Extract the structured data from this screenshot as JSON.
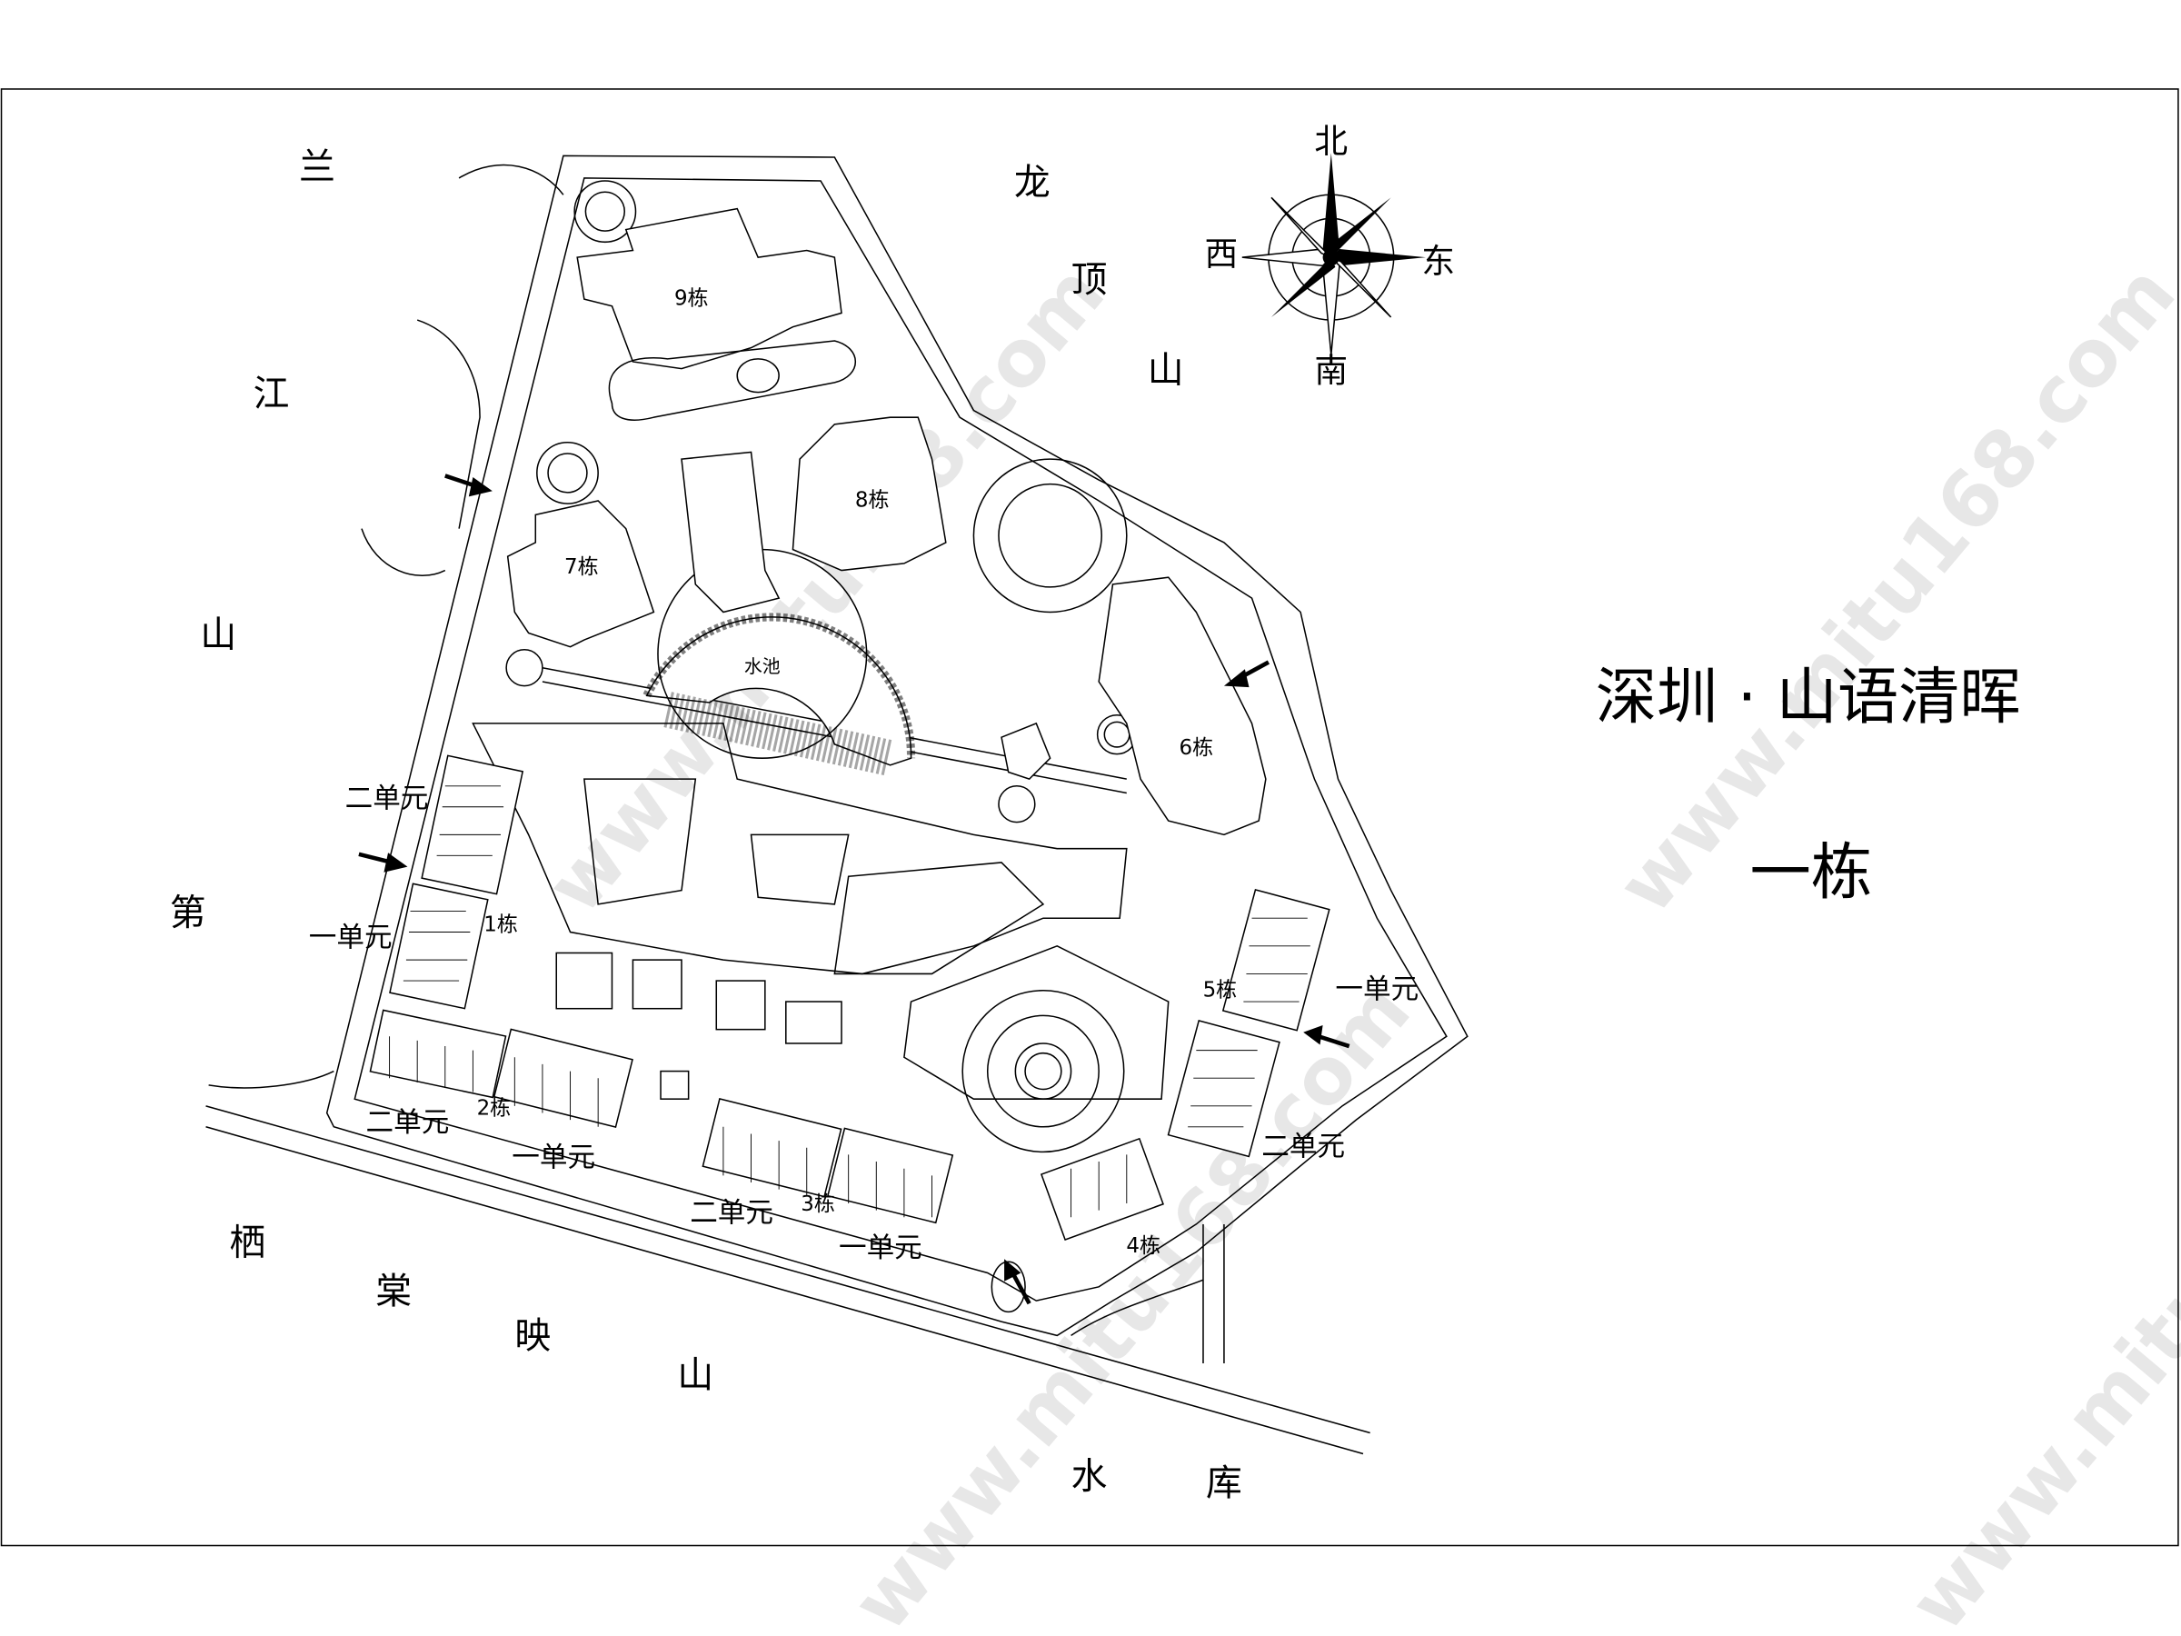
{
  "title": {
    "project": "深圳 · 山语清晖",
    "building": "一栋"
  },
  "compass": {
    "north": "北",
    "south": "南",
    "east": "东",
    "west": "西"
  },
  "surroundings": {
    "west": [
      "兰",
      "江",
      "山",
      "第"
    ],
    "south": [
      "栖",
      "棠",
      "映",
      "山"
    ],
    "north": [
      "龙",
      "顶",
      "山"
    ],
    "reservoir": [
      "水",
      "库"
    ]
  },
  "buildings": [
    "9栋",
    "8栋",
    "7栋",
    "6栋",
    "1栋",
    "2栋",
    "3栋",
    "4栋",
    "5栋"
  ],
  "pond": "水池",
  "units": [
    "二单元",
    "一单元",
    "二单元",
    "一单元",
    "二单元",
    "一单元",
    "一单元",
    "二单元"
  ],
  "watermark": "www.mitu168.com"
}
